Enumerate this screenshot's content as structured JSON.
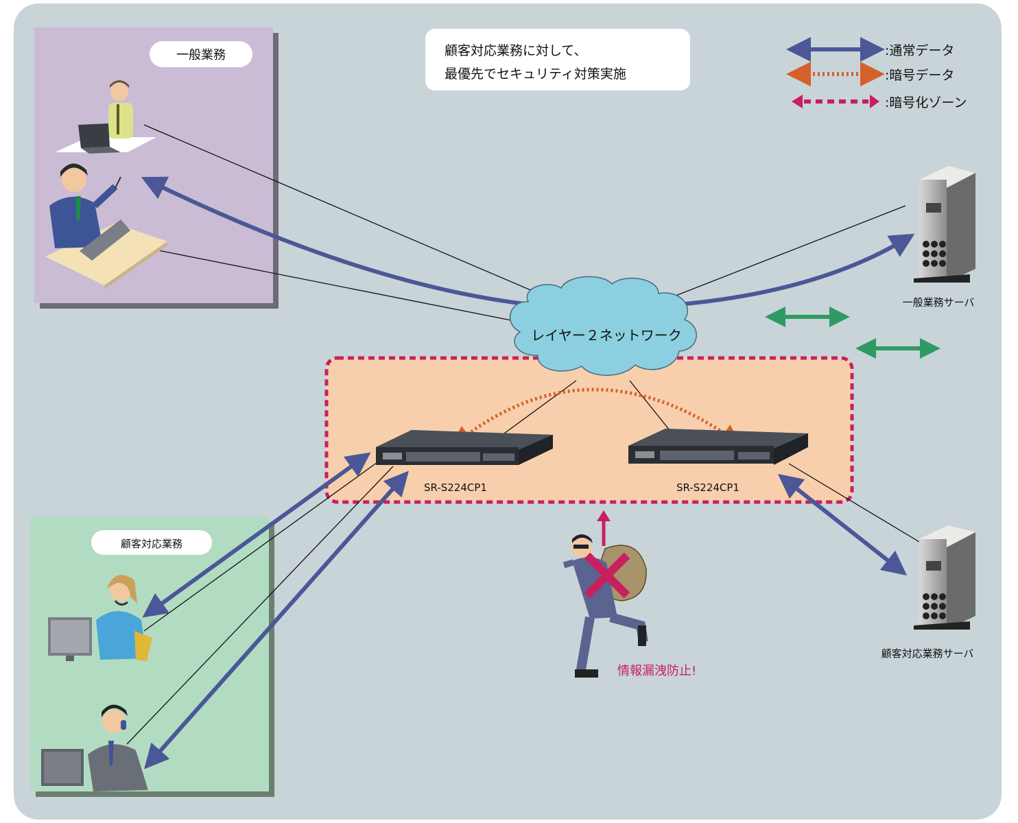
{
  "zones": {
    "general": {
      "label": "一般業務"
    },
    "customer": {
      "label": "顧客対応業務"
    }
  },
  "note": {
    "line1": "顧客対応業務に対して、",
    "line2": "最優先でセキュリティ対策実施"
  },
  "legend": {
    "items": [
      {
        "label": ":通常データ",
        "color": "#4b5796",
        "style": "solid"
      },
      {
        "label": ":暗号データ",
        "color": "#d4612a",
        "style": "dotted"
      },
      {
        "label": ":暗号化ゾーン",
        "color": "#c8205e",
        "style": "dashed"
      }
    ]
  },
  "network": {
    "label": "レイヤー２ネットワーク"
  },
  "switches": [
    {
      "label": "SR-S224CP1"
    },
    {
      "label": "SR-S224CP1"
    }
  ],
  "servers": [
    {
      "label": "一般業務サーバ"
    },
    {
      "label": "顧客対応業務サーバ"
    }
  ],
  "thief": {
    "caption": "情報漏洩防止!"
  },
  "colors": {
    "background": "#c8d4d8",
    "general_zone": "#cbbcd6",
    "customer_zone": "#b2dcc2",
    "encrypt_zone": "#f8cfac",
    "normal_data": "#4b5796",
    "encrypted_data": "#d4612a",
    "encrypt_zone_border": "#c8205e",
    "green_arrow": "#2f9a64",
    "cloud": "#8ccfe0",
    "caption": "#c8205e"
  }
}
